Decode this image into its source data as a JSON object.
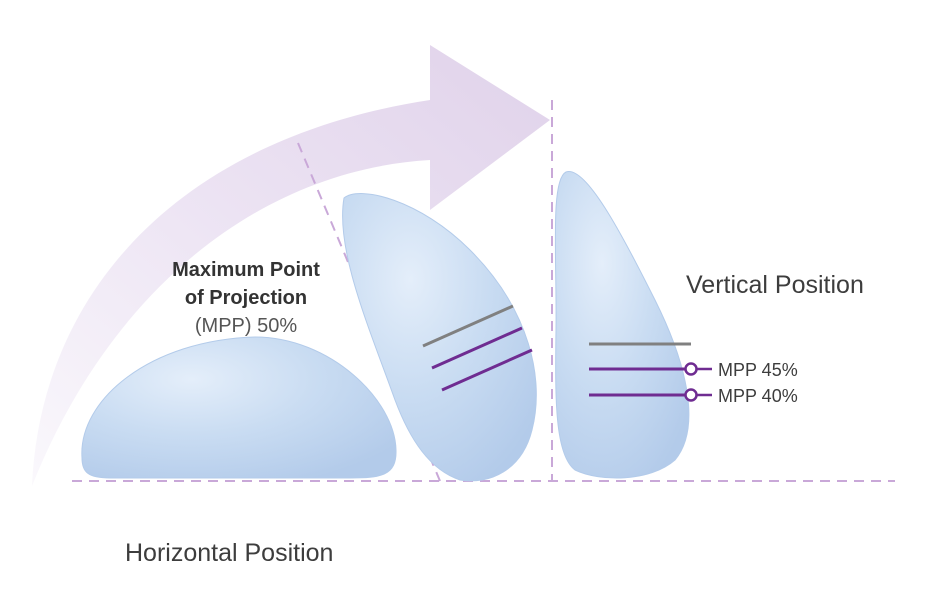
{
  "labels": {
    "mpp_title_line1": "Maximum Point",
    "mpp_title_line2": "of Projection",
    "mpp_title_line3": "(MPP) 50%",
    "vertical_position": "Vertical Position",
    "horizontal_position": "Horizontal Position",
    "mpp_45": "MPP 45%",
    "mpp_40": "MPP 40%"
  },
  "colors": {
    "implant_fill": "#c5daf1",
    "implant_edge": "#a9c4e6",
    "arrow_start": "#f4f1f8",
    "arrow_end": "#e2d4ec",
    "guide_dashed": "#c9a8d8",
    "mpp_gray": "#808080",
    "mpp_purple": "#6f2c91",
    "text": "#3d3d3d"
  }
}
